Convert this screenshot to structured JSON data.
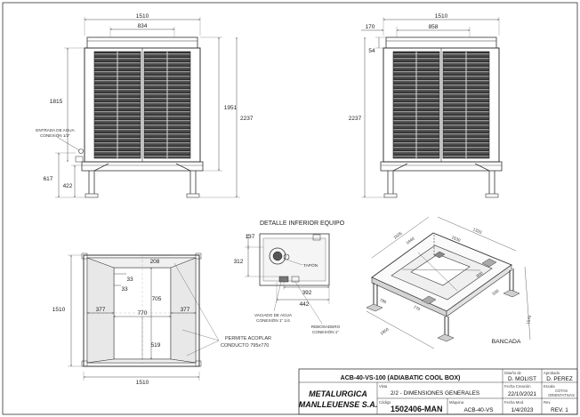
{
  "views": {
    "front": {
      "dims": [
        "1510",
        "834",
        "1815",
        "1951",
        "2237",
        "617",
        "422"
      ],
      "note_lines": [
        "ENTRADA DE AGUA",
        "CONEXIÓN 1/2\""
      ]
    },
    "side": {
      "dims": [
        "1510",
        "170",
        "858",
        "54",
        "2237"
      ]
    },
    "top": {
      "dims": [
        "208",
        "33",
        "33",
        "705",
        "377",
        "770",
        "377",
        "1510",
        "519",
        "1510"
      ],
      "note_lines": [
        "PERMITE ACOPLAR",
        "CONDUCTO 795x770"
      ]
    },
    "detail": {
      "title": "DETALLE INFERIOR EQUIPO",
      "dims": [
        "137",
        "312",
        "392",
        "442"
      ],
      "labels": [
        "TAPÓN"
      ],
      "note1_lines": [
        "VACIADO DE AGUA",
        "CONEXIÓN 1\" 1/4"
      ],
      "note2_lines": [
        "REBOSADERO",
        "CONEXIÓN 1\""
      ]
    },
    "iso": {
      "caption": "BANCADA",
      "dims": [
        "1505",
        "1320",
        "1530",
        "1440",
        "800",
        "500",
        "770",
        "795",
        "1950",
        "1570"
      ]
    }
  },
  "title_block": {
    "title": "ACB-40-VS-100 (ADIABATIC COOL BOX)",
    "company_line1": "METALURGICA",
    "company_line2": "MANLLEUENSE S.A.",
    "diseno_label": "Diseño de",
    "diseno_value": "D. MOLIST",
    "aprobado_label": "Aprobado",
    "aprobado_value": "D. PEREZ",
    "vista_label": "Vista",
    "vista_value": "2/2 - DIMENSIONES GENERALES",
    "fecha_creacion_label": "Fecha Creación",
    "fecha_creacion_value": "22/10/2021",
    "escala_label": "Escala",
    "escala_value_lines": [
      "COTAS",
      "ORIENTATIVAS"
    ],
    "codigo_label": "Código",
    "codigo_value": "1502406-MAN",
    "maquina_label": "Máquina",
    "maquina_value": "ACB-40-VS",
    "fecha_mod_label": "Fecha Mod.",
    "fecha_mod_value": "1/4/2023",
    "rev_label": "Rev.",
    "rev_value": "REV. 1"
  },
  "colors": {
    "line": "#2a2a2a",
    "panel": "#505050",
    "slat": "#3a3a3a",
    "slat_light": "#8a8a8a",
    "frame": "#d8d8d8"
  }
}
